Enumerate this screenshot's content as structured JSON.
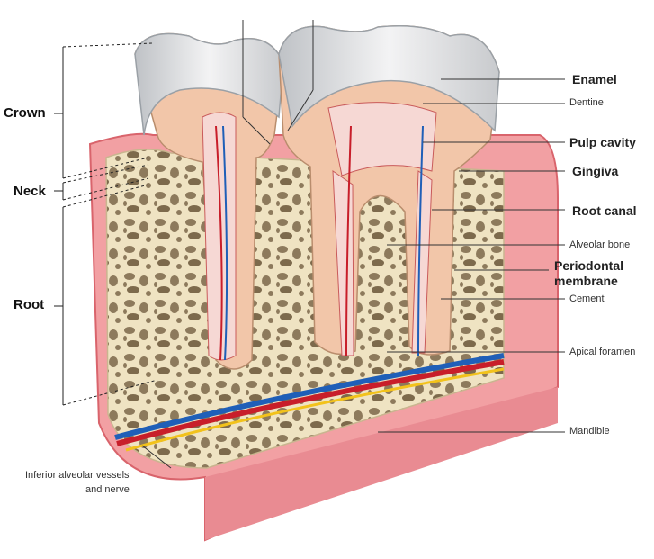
{
  "labels": {
    "crown": "Crown",
    "neck": "Neck",
    "root": "Root",
    "enamel": "Enamel",
    "dentine": "Dentine",
    "pulp_cavity": "Pulp cavity",
    "gingiva": "Gingiva",
    "root_canal": "Root canal",
    "alveolar_bone": "Alveolar bone",
    "periodontal_membrane_1": "Periodontal",
    "periodontal_membrane_2": "membrane",
    "cement": "Cement",
    "apical_foramen": "Apical foramen",
    "mandible": "Mandible",
    "inferior_alveolar_1": "Inferior alveolar vessels",
    "inferior_alveolar_2": "and nerve"
  },
  "colors": {
    "gum": "#f2a0a3",
    "gum_dark": "#d9646c",
    "bone": "#efe3c2",
    "bone_pore": "#8d7a5c",
    "enamel": "#e7e7e9",
    "dentine": "#f2c6a9",
    "pulp": "#f6d8d4",
    "artery": "#c81e2a",
    "vein": "#1f5fb8",
    "nerve": "#f2c21b"
  }
}
